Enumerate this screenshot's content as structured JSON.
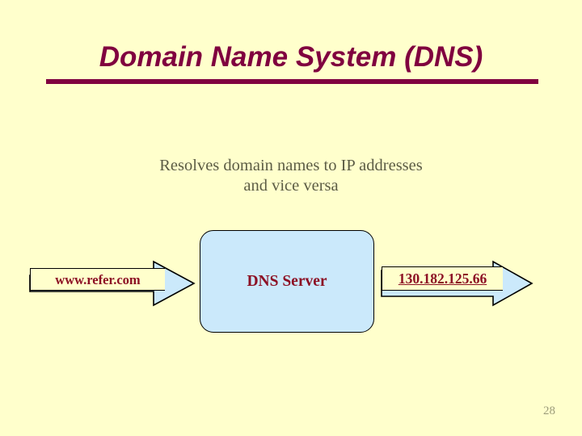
{
  "slide": {
    "background_color": "#ffffcc",
    "title": "Domain Name System (DNS)",
    "title_color": "#80003f",
    "subtitle_line1": "Resolves domain names to IP addresses",
    "subtitle_line2": "and vice versa",
    "subtitle_color": "#5c5c45",
    "page_number": "28"
  },
  "diagram": {
    "accent_color": "#cbe9fb",
    "outline_color": "#000000",
    "label_color": "#8c1024",
    "request": {
      "label": "www.refer.com",
      "arrow_icon": "right-arrow-icon"
    },
    "server": {
      "label": "DNS Server"
    },
    "response": {
      "label": "130.182.125.66",
      "arrow_icon": "right-arrow-icon"
    }
  }
}
